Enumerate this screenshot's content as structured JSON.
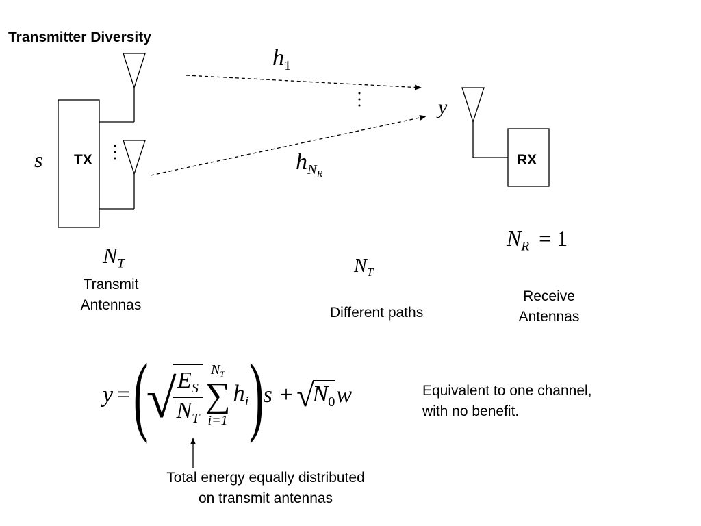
{
  "title": "Transmitter Diversity",
  "tx_label": "TX",
  "rx_label": "RX",
  "input_symbol": "s",
  "output_symbol": "y",
  "channel_first": {
    "base": "h",
    "sub": "1"
  },
  "channel_last": {
    "base": "h",
    "sub": "N",
    "subsub": "R"
  },
  "tx_count": {
    "base": "N",
    "sub": "T"
  },
  "tx_caption_line1": "Transmit",
  "tx_caption_line2": "Antennas",
  "paths_count": {
    "base": "N",
    "sub": "T"
  },
  "paths_caption": "Different paths",
  "rx_count": {
    "base": "N",
    "sub": "R",
    "rhs": "= 1"
  },
  "rx_caption_line1": "Receive",
  "rx_caption_line2": "Antennas",
  "equation": {
    "lhs": "y",
    "eq": "=",
    "frac_num_base": "E",
    "frac_num_sub": "S",
    "frac_den_base": "N",
    "frac_den_sub": "T",
    "sum_upper_base": "N",
    "sum_upper_sub": "T",
    "sum_lower": "i=1",
    "term_base": "h",
    "term_sub": "i",
    "after_paren": "s +",
    "noise_base": "N",
    "noise_sub": "0",
    "noise_var": "w"
  },
  "note_line1": "Equivalent to one channel,",
  "note_line2": "with no benefit.",
  "arrow_caption_line1": "Total energy equally distributed",
  "arrow_caption_line2": "on transmit antennas"
}
